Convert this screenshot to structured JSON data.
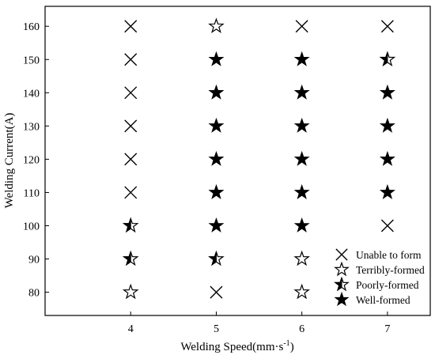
{
  "chart_data": {
    "type": "scatter",
    "title": "",
    "xlabel": "Welding Speed(mm·s",
    "xlabel_superscript": "-1",
    "xlabel_suffix": ")",
    "ylabel": "Welding Current(A)",
    "xlim": [
      3.0,
      7.5
    ],
    "ylim": [
      73,
      166
    ],
    "x_ticks": [
      4,
      5,
      6,
      7
    ],
    "y_ticks": [
      80,
      90,
      100,
      110,
      120,
      130,
      140,
      150,
      160
    ],
    "grid": false,
    "legend_position": "bottom-right",
    "series": [
      {
        "name": "Unable to form",
        "marker": "x-icon",
        "points": [
          {
            "x": 4,
            "y": 160
          },
          {
            "x": 4,
            "y": 150
          },
          {
            "x": 4,
            "y": 140
          },
          {
            "x": 4,
            "y": 130
          },
          {
            "x": 4,
            "y": 120
          },
          {
            "x": 4,
            "y": 110
          },
          {
            "x": 6,
            "y": 160
          },
          {
            "x": 7,
            "y": 160
          },
          {
            "x": 7,
            "y": 100
          },
          {
            "x": 5,
            "y": 80
          }
        ]
      },
      {
        "name": "Terribly-formed",
        "marker": "hollow-star-icon",
        "points": [
          {
            "x": 5,
            "y": 160
          },
          {
            "x": 6,
            "y": 90
          },
          {
            "x": 4,
            "y": 80
          },
          {
            "x": 6,
            "y": 80
          }
        ]
      },
      {
        "name": "Poorly-formed",
        "marker": "half-star-icon",
        "points": [
          {
            "x": 7,
            "y": 150
          },
          {
            "x": 4,
            "y": 100
          },
          {
            "x": 4,
            "y": 90
          },
          {
            "x": 5,
            "y": 90
          }
        ]
      },
      {
        "name": "Well-formed",
        "marker": "filled-star-icon",
        "points": [
          {
            "x": 5,
            "y": 150
          },
          {
            "x": 5,
            "y": 140
          },
          {
            "x": 5,
            "y": 130
          },
          {
            "x": 5,
            "y": 120
          },
          {
            "x": 5,
            "y": 110
          },
          {
            "x": 5,
            "y": 100
          },
          {
            "x": 6,
            "y": 150
          },
          {
            "x": 6,
            "y": 140
          },
          {
            "x": 6,
            "y": 130
          },
          {
            "x": 6,
            "y": 120
          },
          {
            "x": 6,
            "y": 110
          },
          {
            "x": 6,
            "y": 100
          },
          {
            "x": 7,
            "y": 140
          },
          {
            "x": 7,
            "y": 130
          },
          {
            "x": 7,
            "y": 120
          },
          {
            "x": 7,
            "y": 110
          }
        ]
      }
    ]
  }
}
